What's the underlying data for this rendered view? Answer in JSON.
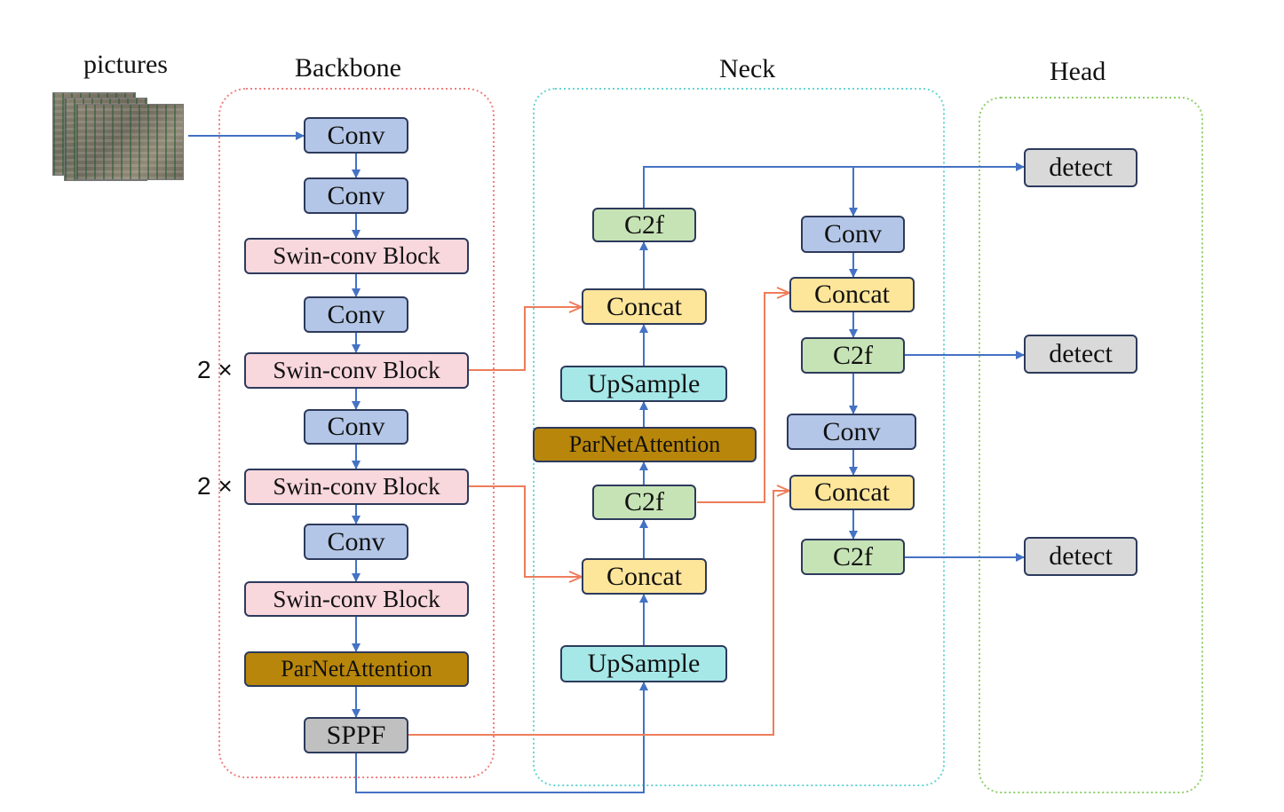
{
  "headers": {
    "pictures": "pictures",
    "backbone": "Backbone",
    "neck": "Neck",
    "head": "Head"
  },
  "backbone": {
    "conv1": "Conv",
    "conv2": "Conv",
    "swin1": "Swin-conv Block",
    "conv3": "Conv",
    "swin2": "Swin-conv Block",
    "conv4": "Conv",
    "swin3": "Swin-conv Block",
    "conv5": "Conv",
    "swin4": "Swin-conv Block",
    "parnet": "ParNetAttention",
    "sppf": "SPPF",
    "mult1": "2 ×",
    "mult2": "2 ×"
  },
  "neck": {
    "c2f_top": "C2f",
    "concat_upper": "Concat",
    "upsample_upper": "UpSample",
    "parnet": "ParNetAttention",
    "c2f_mid": "C2f",
    "concat_lower": "Concat",
    "upsample_lower": "UpSample",
    "conv_r1": "Conv",
    "concat_r1": "Concat",
    "c2f_r1": "C2f",
    "conv_r2": "Conv",
    "concat_r2": "Concat",
    "c2f_r2": "C2f"
  },
  "head": {
    "detect1": "detect",
    "detect2": "detect",
    "detect3": "detect"
  },
  "colors": {
    "conv": "#b4c6e7",
    "swin": "#f8d7dd",
    "parnet": "#b8860b",
    "sppf": "#c0c0c0",
    "c2f": "#c6e3b5",
    "concat": "#fde59a",
    "upsample": "#a6e8e8",
    "detect": "#d9d9d9",
    "blue_arrow": "#4472c4",
    "orange_arrow": "#ed7d5a",
    "backbone_border": "#f08080",
    "neck_border": "#66d4d4",
    "head_border": "#8fcf6a"
  }
}
